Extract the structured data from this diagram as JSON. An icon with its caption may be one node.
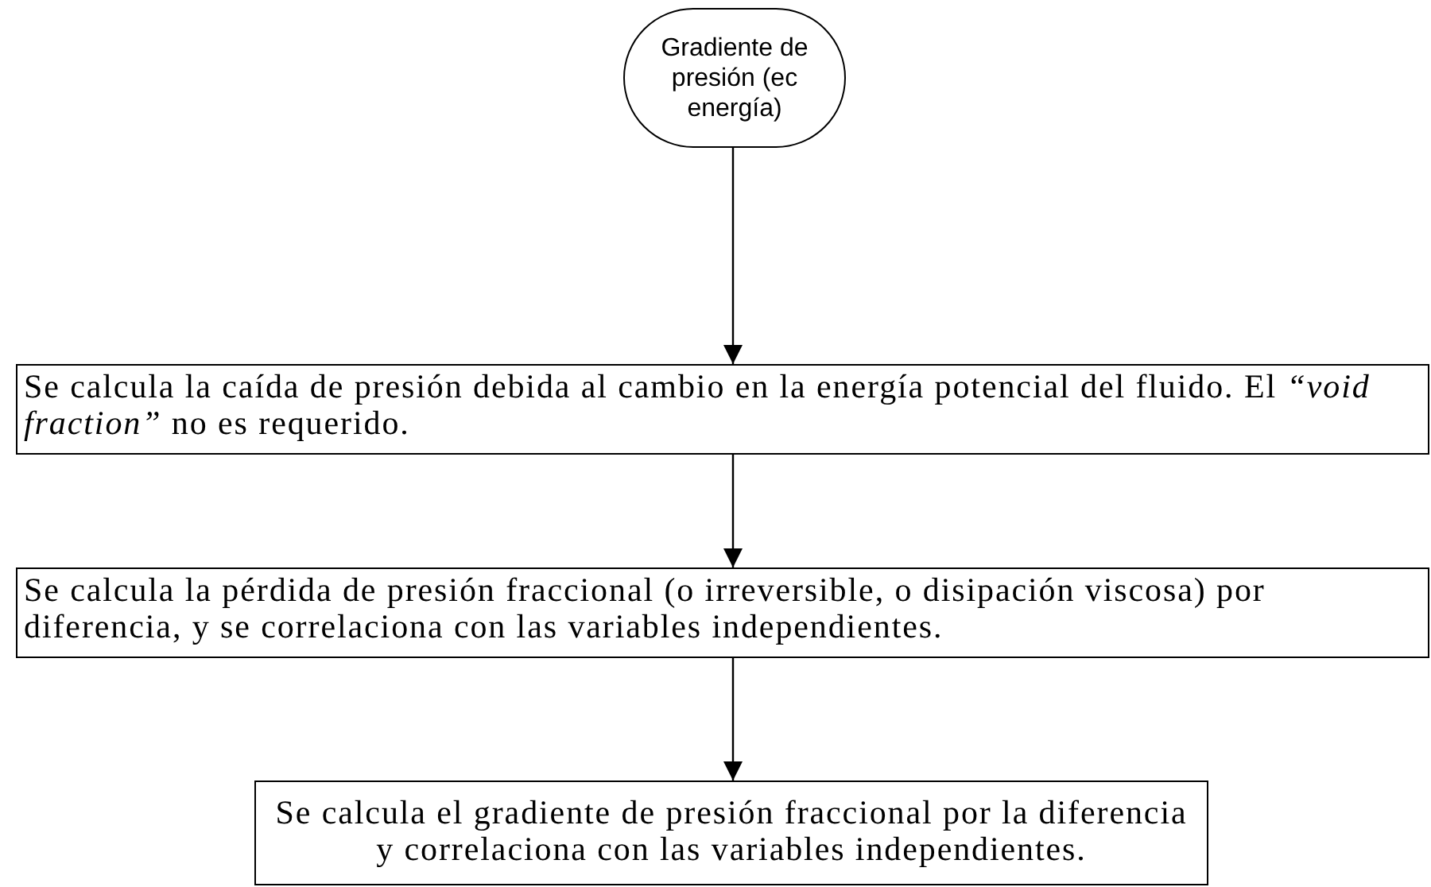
{
  "diagram": {
    "nodes": [
      {
        "text": [
          "Gradiente de presión (ec energía)"
        ]
      },
      {
        "text": [
          "Se calcula la caída de presión debida al cambio en la energía potencial del fluido. El *“void fraction”* no es requerido."
        ]
      },
      {
        "text": [
          "Se calcula la pérdida de presión fraccional (o irreversible, o disipación viscosa) por diferencia, y se correlaciona con las variables independientes."
        ]
      },
      {
        "text": [
          "Se calcula el gradiente de presión fraccional por la diferencia y correlaciona con las variables independientes."
        ]
      }
    ],
    "edges": [
      {
        "from": 0,
        "to": 1,
        "arrow": "to"
      },
      {
        "from": 1,
        "to": 2,
        "arrow": "to"
      },
      {
        "from": 2,
        "to": 3,
        "arrow": "to"
      }
    ]
  }
}
